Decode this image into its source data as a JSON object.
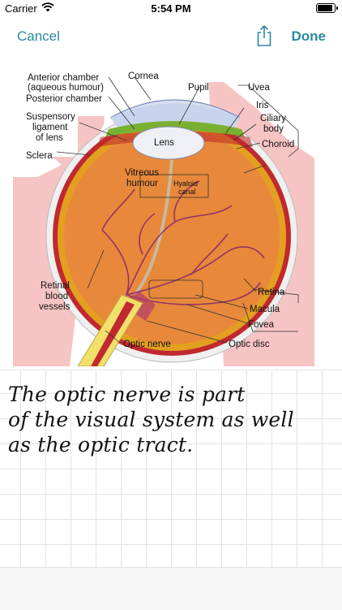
{
  "status_bar": {
    "carrier": "Carrier",
    "time": "5:54 PM"
  },
  "nav": {
    "cancel_label": "Cancel",
    "done_label": "Done"
  },
  "diagram": {
    "labels": {
      "anterior_chamber": "Anterior chamber",
      "aqueous_humour": "(aqueous humour)",
      "posterior_chamber": "Posterior chamber",
      "cornea": "Cornea",
      "pupil": "Pupil",
      "uvea": "Uvea",
      "iris": "Iris",
      "ciliary": "Ciliary",
      "body": "body",
      "choroid": "Choroid",
      "suspensory": "Suspensory",
      "ligament": "ligament",
      "of_lens": "of lens",
      "sclera": "Sclera",
      "lens": "Lens",
      "vitreous": "Vitreous",
      "humour": "humour",
      "hyaloid": "Hyaloid",
      "canal": "canal",
      "retinal": "Retinal",
      "blood": "blood",
      "vessels": "vessels",
      "retina": "Retina",
      "macula": "Macula",
      "fovea": "Fovea",
      "optic_disc": "Optic disc",
      "optic_nerve": "Optic nerve"
    }
  },
  "note": {
    "lines": [
      "The optic nerve is part",
      "of the visual system as well",
      "as the optic tract."
    ]
  }
}
